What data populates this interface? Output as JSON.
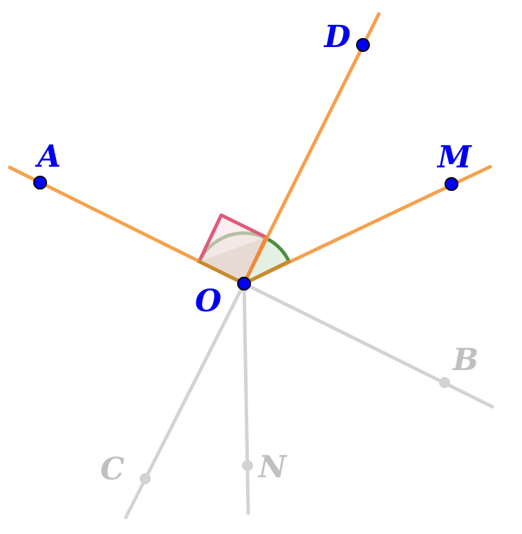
{
  "colors": {
    "main_ray": "#f6a04d",
    "faded_ray": "#d3d3d3",
    "point_fill": "#0000ff",
    "label_main": "#0000ee",
    "label_faded": "#c0c0c0",
    "right_angle_stroke": "#e05a7a",
    "right_angle_fill": "#fbe3e8",
    "arc_stroke": "#4a8f3f",
    "arc_fill": "#dfeedd"
  },
  "labels": {
    "O": "O",
    "A": "A",
    "D": "D",
    "M": "M",
    "B": "B",
    "C": "C",
    "N": "N"
  }
}
